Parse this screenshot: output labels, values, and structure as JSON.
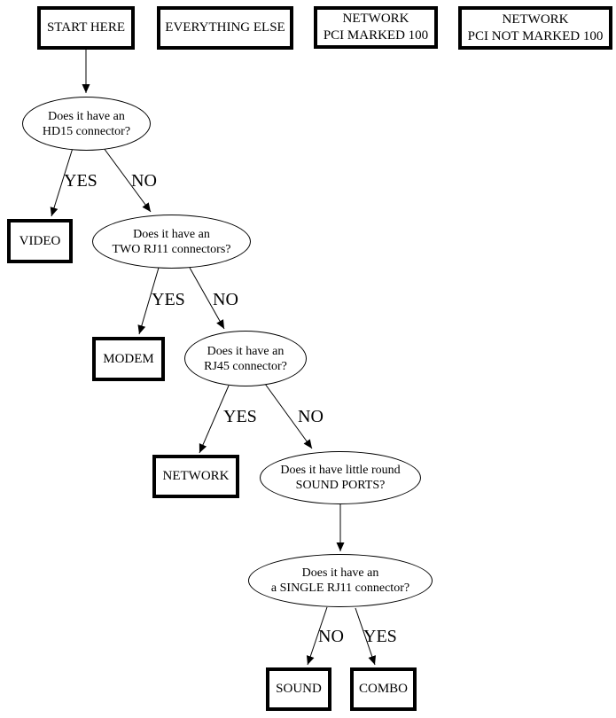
{
  "colors": {
    "ink": "#000000",
    "background": "#ffffff"
  },
  "top_row": {
    "start_here": "START HERE",
    "everything_else": "EVERYTHING ELSE",
    "network_marked": {
      "line1": "NETWORK",
      "line2": "PCI MARKED 100"
    },
    "network_not_marked": {
      "line1": "NETWORK",
      "line2": "PCI NOT MARKED 100"
    }
  },
  "questions": {
    "hd15": {
      "line1": "Does it have an",
      "line2": "HD15 connector?"
    },
    "two_rj11": {
      "line1": "Does it have an",
      "line2": "TWO RJ11 connectors?"
    },
    "rj45": {
      "line1": "Does it have an",
      "line2": "RJ45 connector?"
    },
    "sound_ports": {
      "line1": "Does it have little round",
      "line2": "SOUND PORTS?"
    },
    "single_rj11": {
      "line1": "Does it have an",
      "line2": "a SINGLE RJ11 connector?"
    }
  },
  "outcomes": {
    "video": "VIDEO",
    "modem": "MODEM",
    "network": "NETWORK",
    "sound": "SOUND",
    "combo": "COMBO"
  },
  "edge_labels": {
    "yes": "YES",
    "no": "NO"
  }
}
